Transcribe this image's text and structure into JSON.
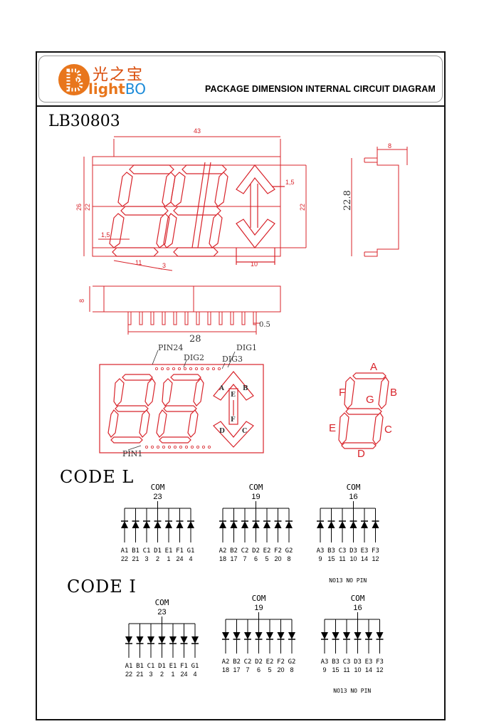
{
  "header": {
    "logo_cn": "光之宝",
    "logo_en_light": "light",
    "logo_en_bo": "BO",
    "title": "PACKAGE DIMENSION INTERNAL CIRCUIT DIAGRAM"
  },
  "model": "LB30803",
  "dims": {
    "width": "43",
    "height_outer": "26",
    "height_inner": "22",
    "height_right": "22",
    "pitch": "1,5",
    "seg_w": "11",
    "seg_gap": "3",
    "arrow_w": "10",
    "arrow_pitch": "1,5",
    "side_w": "8",
    "side_h": "22.8",
    "depth": "8",
    "pin_span": "28",
    "pin_dia": "0.5"
  },
  "front_view": {
    "pin24": "PIN24",
    "dig1": "DIG1",
    "dig2": "DIG2",
    "dig3": "DIG3",
    "pin1": "PIN1",
    "arrow_labels": [
      "A",
      "B",
      "E",
      "F",
      "D",
      "C"
    ]
  },
  "segment_diagram": [
    "A",
    "B",
    "C",
    "D",
    "E",
    "F",
    "G"
  ],
  "code_l": {
    "label": "CODE   L",
    "groups": [
      {
        "com": "COM",
        "com_pin": "23",
        "segs": [
          "A1",
          "B1",
          "C1",
          "D1",
          "E1",
          "F1",
          "G1"
        ],
        "pins": [
          "22",
          "21",
          "3",
          "2",
          "1",
          "24",
          "4"
        ]
      },
      {
        "com": "COM",
        "com_pin": "19",
        "segs": [
          "A2",
          "B2",
          "C2",
          "D2",
          "E2",
          "F2",
          "G2"
        ],
        "pins": [
          "18",
          "17",
          "7",
          "6",
          "5",
          "20",
          "8"
        ]
      },
      {
        "com": "COM",
        "com_pin": "16",
        "segs": [
          "A3",
          "B3",
          "C3",
          "D3",
          "E3",
          "F3"
        ],
        "pins": [
          "9",
          "15",
          "11",
          "10",
          "14",
          "12"
        ]
      }
    ],
    "note": "NO13 NO PIN"
  },
  "code_i": {
    "label": "CODE   I",
    "groups": [
      {
        "com": "COM",
        "com_pin": "23",
        "segs": [
          "A1",
          "B1",
          "C1",
          "D1",
          "E1",
          "F1",
          "G1"
        ],
        "pins": [
          "22",
          "21",
          "3",
          "2",
          "1",
          "24",
          "4"
        ]
      },
      {
        "com": "COM",
        "com_pin": "19",
        "segs": [
          "A2",
          "B2",
          "C2",
          "D2",
          "E2",
          "F2",
          "G2"
        ],
        "pins": [
          "18",
          "17",
          "7",
          "6",
          "5",
          "20",
          "8"
        ]
      },
      {
        "com": "COM",
        "com_pin": "16",
        "segs": [
          "A3",
          "B3",
          "C3",
          "D3",
          "E3",
          "F3"
        ],
        "pins": [
          "9",
          "15",
          "11",
          "10",
          "14",
          "12"
        ]
      }
    ],
    "note": "NO13 NO PIN"
  },
  "colors": {
    "drawing": "#d8232a",
    "text": "#000000",
    "logo_orange": "#e8761c",
    "logo_blue": "#1a8ad8"
  }
}
